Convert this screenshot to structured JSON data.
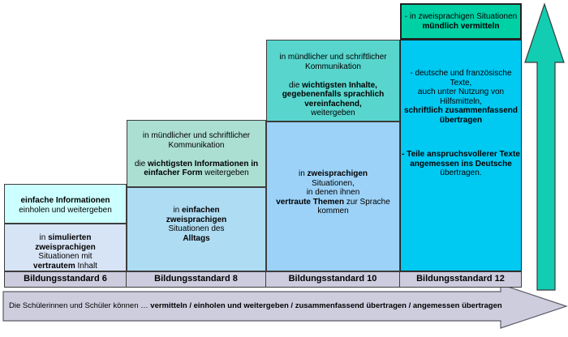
{
  "colors": {
    "col1_box1": "#ccffff",
    "col1_box2": "#d7e4f6",
    "col2_box1": "#abdfd2",
    "col2_box2": "#aedcf2",
    "col3_box1": "#58d6ce",
    "col3_box2": "#9cd2f8",
    "col4_box1": "#00d1a5",
    "col4_box2": "#00c9f2",
    "standard_bar": "#ccccde",
    "bottom_arrow_fill": "#cdcdde",
    "bottom_arrow_stroke": "#5c5c68",
    "up_arrow_fill": "#12cdb2",
    "up_arrow_stroke": "#3a3a3a"
  },
  "columns": [
    {
      "standard": "Bildungsstandard 6",
      "boxes": [
        {
          "lines": [
            [
              {
                "t": "einfache Informationen",
                "b": true
              }
            ],
            [
              {
                "t": "einholen und weitergeben"
              }
            ]
          ]
        },
        {
          "lines": [
            [
              {
                "t": "in "
              },
              {
                "t": "simulierten",
                "b": true
              }
            ],
            [
              {
                "t": "zweisprachigen",
                "b": true
              }
            ],
            [
              {
                "t": "Situationen mit"
              }
            ],
            [
              {
                "t": "vertrautem",
                "b": true
              },
              {
                "t": " Inhalt"
              }
            ]
          ]
        }
      ]
    },
    {
      "standard": "Bildungsstandard 8",
      "boxes": [
        {
          "lines": [
            [
              {
                "t": "in mündlicher und schriftlicher"
              }
            ],
            [
              {
                "t": "Kommunikation"
              }
            ],
            [],
            [
              {
                "t": "die "
              },
              {
                "t": "wichtigsten Informationen in",
                "b": true
              }
            ],
            [
              {
                "t": "einfacher Form",
                "b": true
              },
              {
                "t": " weitergeben"
              }
            ]
          ]
        },
        {
          "lines": [
            [
              {
                "t": "in "
              },
              {
                "t": "einfachen",
                "b": true
              }
            ],
            [
              {
                "t": "zweisprachigen",
                "b": true
              }
            ],
            [
              {
                "t": "Situationen des"
              }
            ],
            [
              {
                "t": "Alltags",
                "b": true
              }
            ]
          ]
        }
      ]
    },
    {
      "standard": "Bildungsstandard 10",
      "boxes": [
        {
          "lines": [
            [
              {
                "t": "in mündlicher und schriftlicher"
              }
            ],
            [
              {
                "t": "Kommunikation"
              }
            ],
            [],
            [
              {
                "t": "die "
              },
              {
                "t": "wichtigsten Inhalte,",
                "b": true
              }
            ],
            [
              {
                "t": "gegebenenfalls sprachlich",
                "b": true
              }
            ],
            [
              {
                "t": "vereinfachend,",
                "b": true
              }
            ],
            [
              {
                "t": "weitergeben"
              }
            ]
          ]
        },
        {
          "lines": [
            [
              {
                "t": "in "
              },
              {
                "t": "zweisprachigen",
                "b": true
              }
            ],
            [
              {
                "t": "Situationen,"
              }
            ],
            [
              {
                "t": "in denen ihnen"
              }
            ],
            [
              {
                "t": "vertraute Themen",
                "b": true
              },
              {
                "t": " zur Sprache"
              }
            ],
            [
              {
                "t": "kommen"
              }
            ]
          ]
        }
      ]
    },
    {
      "standard": "Bildungsstandard 12",
      "boxes": [
        {
          "lines": [
            [
              {
                "t": "- in zweisprachigen Situationen"
              }
            ],
            [
              {
                "t": "mündlich vermitteln",
                "b": true
              }
            ]
          ]
        },
        {
          "lines": [
            [
              {
                "t": "- deutsche und französische"
              }
            ],
            [
              {
                "t": "Texte,"
              }
            ],
            [
              {
                "t": "auch unter Nutzung von"
              }
            ],
            [
              {
                "t": "Hilfsmitteln,"
              }
            ],
            [
              {
                "t": "schriftlich zusammenfassend",
                "b": true
              }
            ],
            [
              {
                "t": "übertragen",
                "b": true
              }
            ],
            [],
            [
              {
                "t": "- Teile anspruchsvollerer Texte",
                "b": true
              }
            ],
            [
              {
                "t": "angemessen ins Deutsche",
                "b": true
              }
            ],
            [
              {
                "t": "übertragen."
              }
            ]
          ]
        }
      ]
    }
  ],
  "bottom_arrow": {
    "prefix": "Die Schülerinnen und Schüler können … ",
    "emphasis": "vermitteln / einholen und weitergeben / zusammenfassend übertragen / angemessen übertragen"
  }
}
